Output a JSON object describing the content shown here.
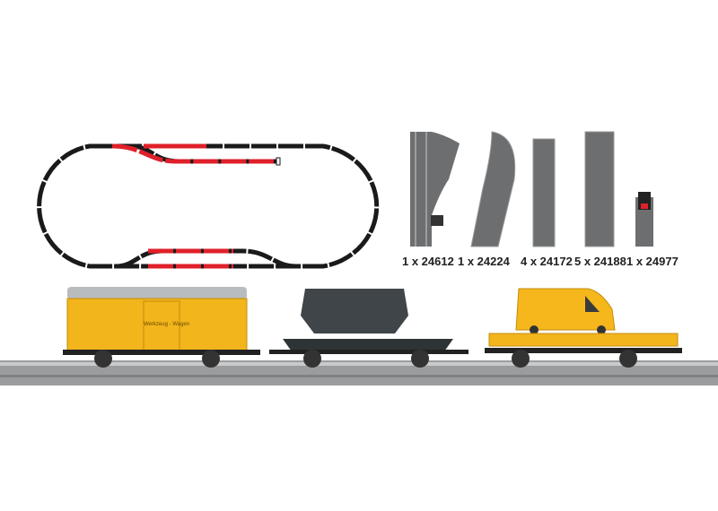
{
  "track_pieces": [
    {
      "label": "1 x 24612",
      "icon": "switch-track"
    },
    {
      "label": "1 x 24224",
      "icon": "curved-track"
    },
    {
      "label": "4 x 24172",
      "icon": "straight-track-short"
    },
    {
      "label": "5 x 24188",
      "icon": "straight-track-long"
    },
    {
      "label": "1 x 24977",
      "icon": "buffer-stop"
    }
  ],
  "wagons": [
    {
      "type": "box-car",
      "lettering": "Werkzeug - Wagen",
      "color": "#f2b51c"
    },
    {
      "type": "hopper-car",
      "color": "#3f4548"
    },
    {
      "type": "flat-car-with-van",
      "color": "#f2b51c"
    }
  ],
  "colors": {
    "track": "#1a1a1a",
    "track_highlight": "#e0202a",
    "rail_bed": "#9a9c9e"
  }
}
